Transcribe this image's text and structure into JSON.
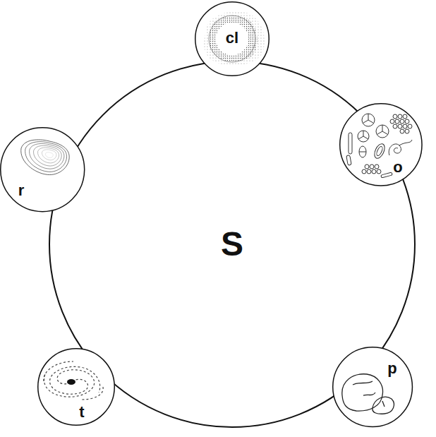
{
  "diagram": {
    "nodes": [
      {
        "text": [
          "S"
        ]
      },
      {
        "text": [
          "cl"
        ]
      },
      {
        "text": [
          "o"
        ]
      },
      {
        "text": [
          "p"
        ]
      },
      {
        "text": [
          "t"
        ]
      },
      {
        "text": [
          "r"
        ]
      }
    ]
  }
}
